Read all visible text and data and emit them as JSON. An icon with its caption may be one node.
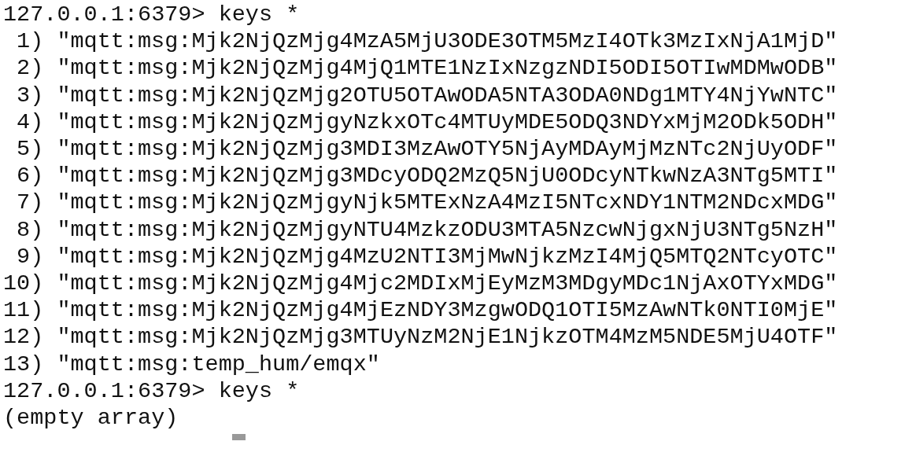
{
  "diagram": {
    "labels": [
      "127.0.0.1:6379> keys *",
      "1) \"mqtt:msg:Mjk2NjQzMjg4MzA5MjU3ODE3OTM5MzI4OTk3MzIxNjA1MjD\"",
      "2) \"mqtt:msg:Mjk2NjQzMjg4MjQ1MTE1NzIxNzgzNDI5ODI5OTIwMDMwODB\"",
      "3) \"mqtt:msg:Mjk2NjQzMjg2OTU5OTAwODA5NTA3ODA0NDg1MTY4NjYwNTC\"",
      "4) \"mqtt:msg:Mjk2NjQzMjgyNzkxOTc4MTUyMDE5ODQ3NDYxMjM2ODk5ODH\"",
      "5) \"mqtt:msg:Mjk2NjQzMjg3MDI3MzAwOTY5NjAyMDAyMjMzNTc2NjUyODF\"",
      "6) \"mqtt:msg:Mjk2NjQzMjg3MDcyODQ2MzQ5NjU0ODcyNTkwNzA3NTg5MTI\"",
      "7) \"mqtt:msg:Mjk2NjQzMjgyNjk5MTExNzA4MzI5NTcxNDY1NTM2NDcxMDG\"",
      "8) \"mqtt:msg:Mjk2NjQzMjgyNTU4MzkzODU3MTA5NzcwNjgxNjU3NTg5NzH\"",
      "9) \"mqtt:msg:Mjk2NjQzMjg4MzU2NTI3MjMwNjkzMzI4MjQ5MTQ2NTcyOTC\"",
      "10) \"mqtt:msg:Mjk2NjQzMjg4Mjc2MDIxMjEyMzM3MDgyMDc1NjAxOTYxMDG\"",
      "11) \"mqtt:msg:Mjk2NjQzMjg4MjEzNDY3MzgwODQ1OTI5MzAwNTk0NTI0MjE\"",
      "12) \"mqtt:msg:Mjk2NjQzMjg3MTUyNzM2NjE1NjkzOTM4MzM5NDE5MjU4OTF\"",
      "13) \"mqtt:msg:temp_hum/emqx\"",
      "127.0.0.1:6379> keys *",
      "(empty array)"
    ]
  }
}
